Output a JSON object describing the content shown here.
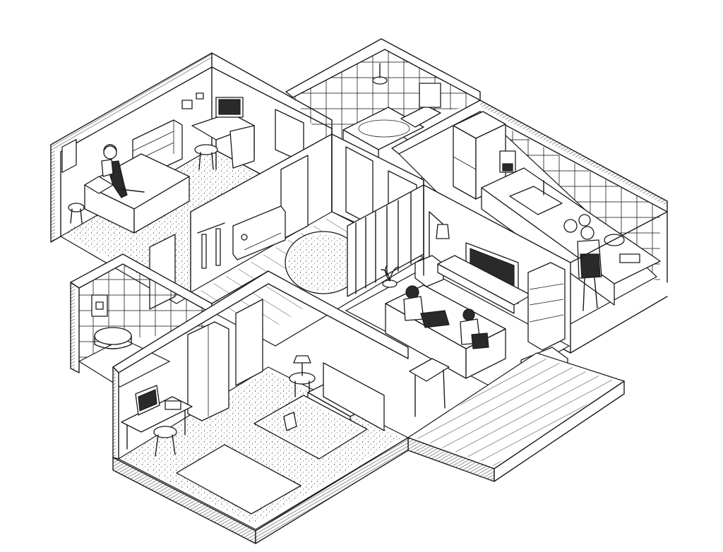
{
  "illustration": {
    "style": "isometric pen-and-ink cutaway of an apartment",
    "colors": {
      "ink": "#1a1a1a",
      "paper": "#ffffff",
      "screen": "#2a2a2a"
    },
    "rooms": [
      {
        "id": "upper-bedroom",
        "contents": [
          "bed",
          "person-with-headphones",
          "dresser",
          "desk",
          "monitor",
          "chair",
          "stool",
          "wall-frames"
        ]
      },
      {
        "id": "bathroom",
        "contents": [
          "bathtub",
          "shower-head",
          "sink",
          "tiles"
        ]
      },
      {
        "id": "kitchen",
        "contents": [
          "fridge",
          "coffee-maker",
          "sink",
          "stove",
          "person-cooking",
          "tiles"
        ]
      },
      {
        "id": "hallway",
        "contents": [
          "doors",
          "coat-rack",
          "console",
          "round-rug"
        ]
      },
      {
        "id": "living-room",
        "contents": [
          "sofa",
          "two-people",
          "tv",
          "tv-stand",
          "shelf",
          "floor-lamp",
          "plant",
          "curtains",
          "armchair"
        ]
      },
      {
        "id": "toilet",
        "contents": [
          "wall-hung-toilet",
          "flush-plate",
          "tiles"
        ]
      },
      {
        "id": "lower-bedroom",
        "contents": [
          "double-bed",
          "wardrobe",
          "desk",
          "laptop",
          "chair",
          "nightstand",
          "lamp",
          "rug",
          "tablet"
        ]
      },
      {
        "id": "balcony",
        "contents": [
          "decking",
          "armchair",
          "side-table"
        ]
      }
    ]
  }
}
